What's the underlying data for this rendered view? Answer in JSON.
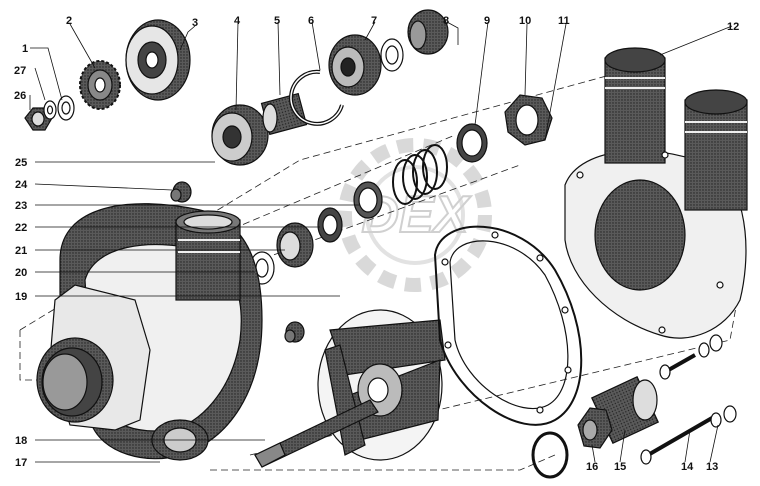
{
  "diagram": {
    "watermark": "DEX",
    "callouts": [
      {
        "id": "c1",
        "text": "1"
      },
      {
        "id": "c2",
        "text": "2"
      },
      {
        "id": "c3",
        "text": "3"
      },
      {
        "id": "c4",
        "text": "4"
      },
      {
        "id": "c5",
        "text": "5"
      },
      {
        "id": "c6",
        "text": "6"
      },
      {
        "id": "c7",
        "text": "7"
      },
      {
        "id": "c8",
        "text": "8"
      },
      {
        "id": "c9",
        "text": "9"
      },
      {
        "id": "c10",
        "text": "10"
      },
      {
        "id": "c11",
        "text": "11"
      },
      {
        "id": "c12",
        "text": "12"
      },
      {
        "id": "c13",
        "text": "13"
      },
      {
        "id": "c14",
        "text": "14"
      },
      {
        "id": "c15",
        "text": "15"
      },
      {
        "id": "c16",
        "text": "16"
      },
      {
        "id": "c17",
        "text": "17"
      },
      {
        "id": "c18",
        "text": "18"
      },
      {
        "id": "c19",
        "text": "19"
      },
      {
        "id": "c20",
        "text": "20"
      },
      {
        "id": "c21",
        "text": "21"
      },
      {
        "id": "c22",
        "text": "22"
      },
      {
        "id": "c23",
        "text": "23"
      },
      {
        "id": "c24",
        "text": "24"
      },
      {
        "id": "c25",
        "text": "25"
      },
      {
        "id": "c26",
        "text": "26"
      },
      {
        "id": "c27",
        "text": "27"
      }
    ]
  }
}
